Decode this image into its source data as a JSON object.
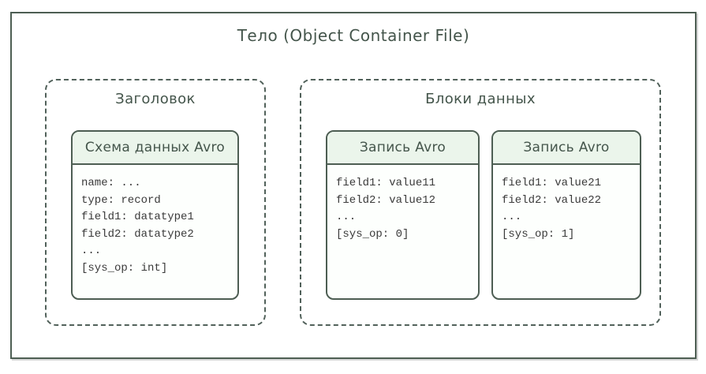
{
  "diagram": {
    "title": "Тело (Object Container File)",
    "header_section": {
      "title": "Заголовок",
      "schema_box": {
        "title": "Схема данных Avro",
        "lines": [
          "name: ...",
          "type: record",
          "field1: datatype1",
          "field2: datatype2",
          "...",
          "[sys_op: int]"
        ]
      }
    },
    "data_blocks_section": {
      "title": "Блоки данных",
      "records": [
        {
          "title": "Запись Avro",
          "lines": [
            "field1: value11",
            "field2: value12",
            "...",
            "[sys_op: 0]"
          ]
        },
        {
          "title": "Запись Avro",
          "lines": [
            "field1: value21",
            "field2: value22",
            "...",
            "[sys_op: 1]"
          ]
        }
      ]
    },
    "colors": {
      "border": "#4d5e53",
      "dashed_border": "#51615a",
      "header_fill": "#ebf5eb",
      "box_fill": "#fdfffd",
      "heading_text": "#44554b",
      "code_text": "#3a3a3a"
    }
  }
}
